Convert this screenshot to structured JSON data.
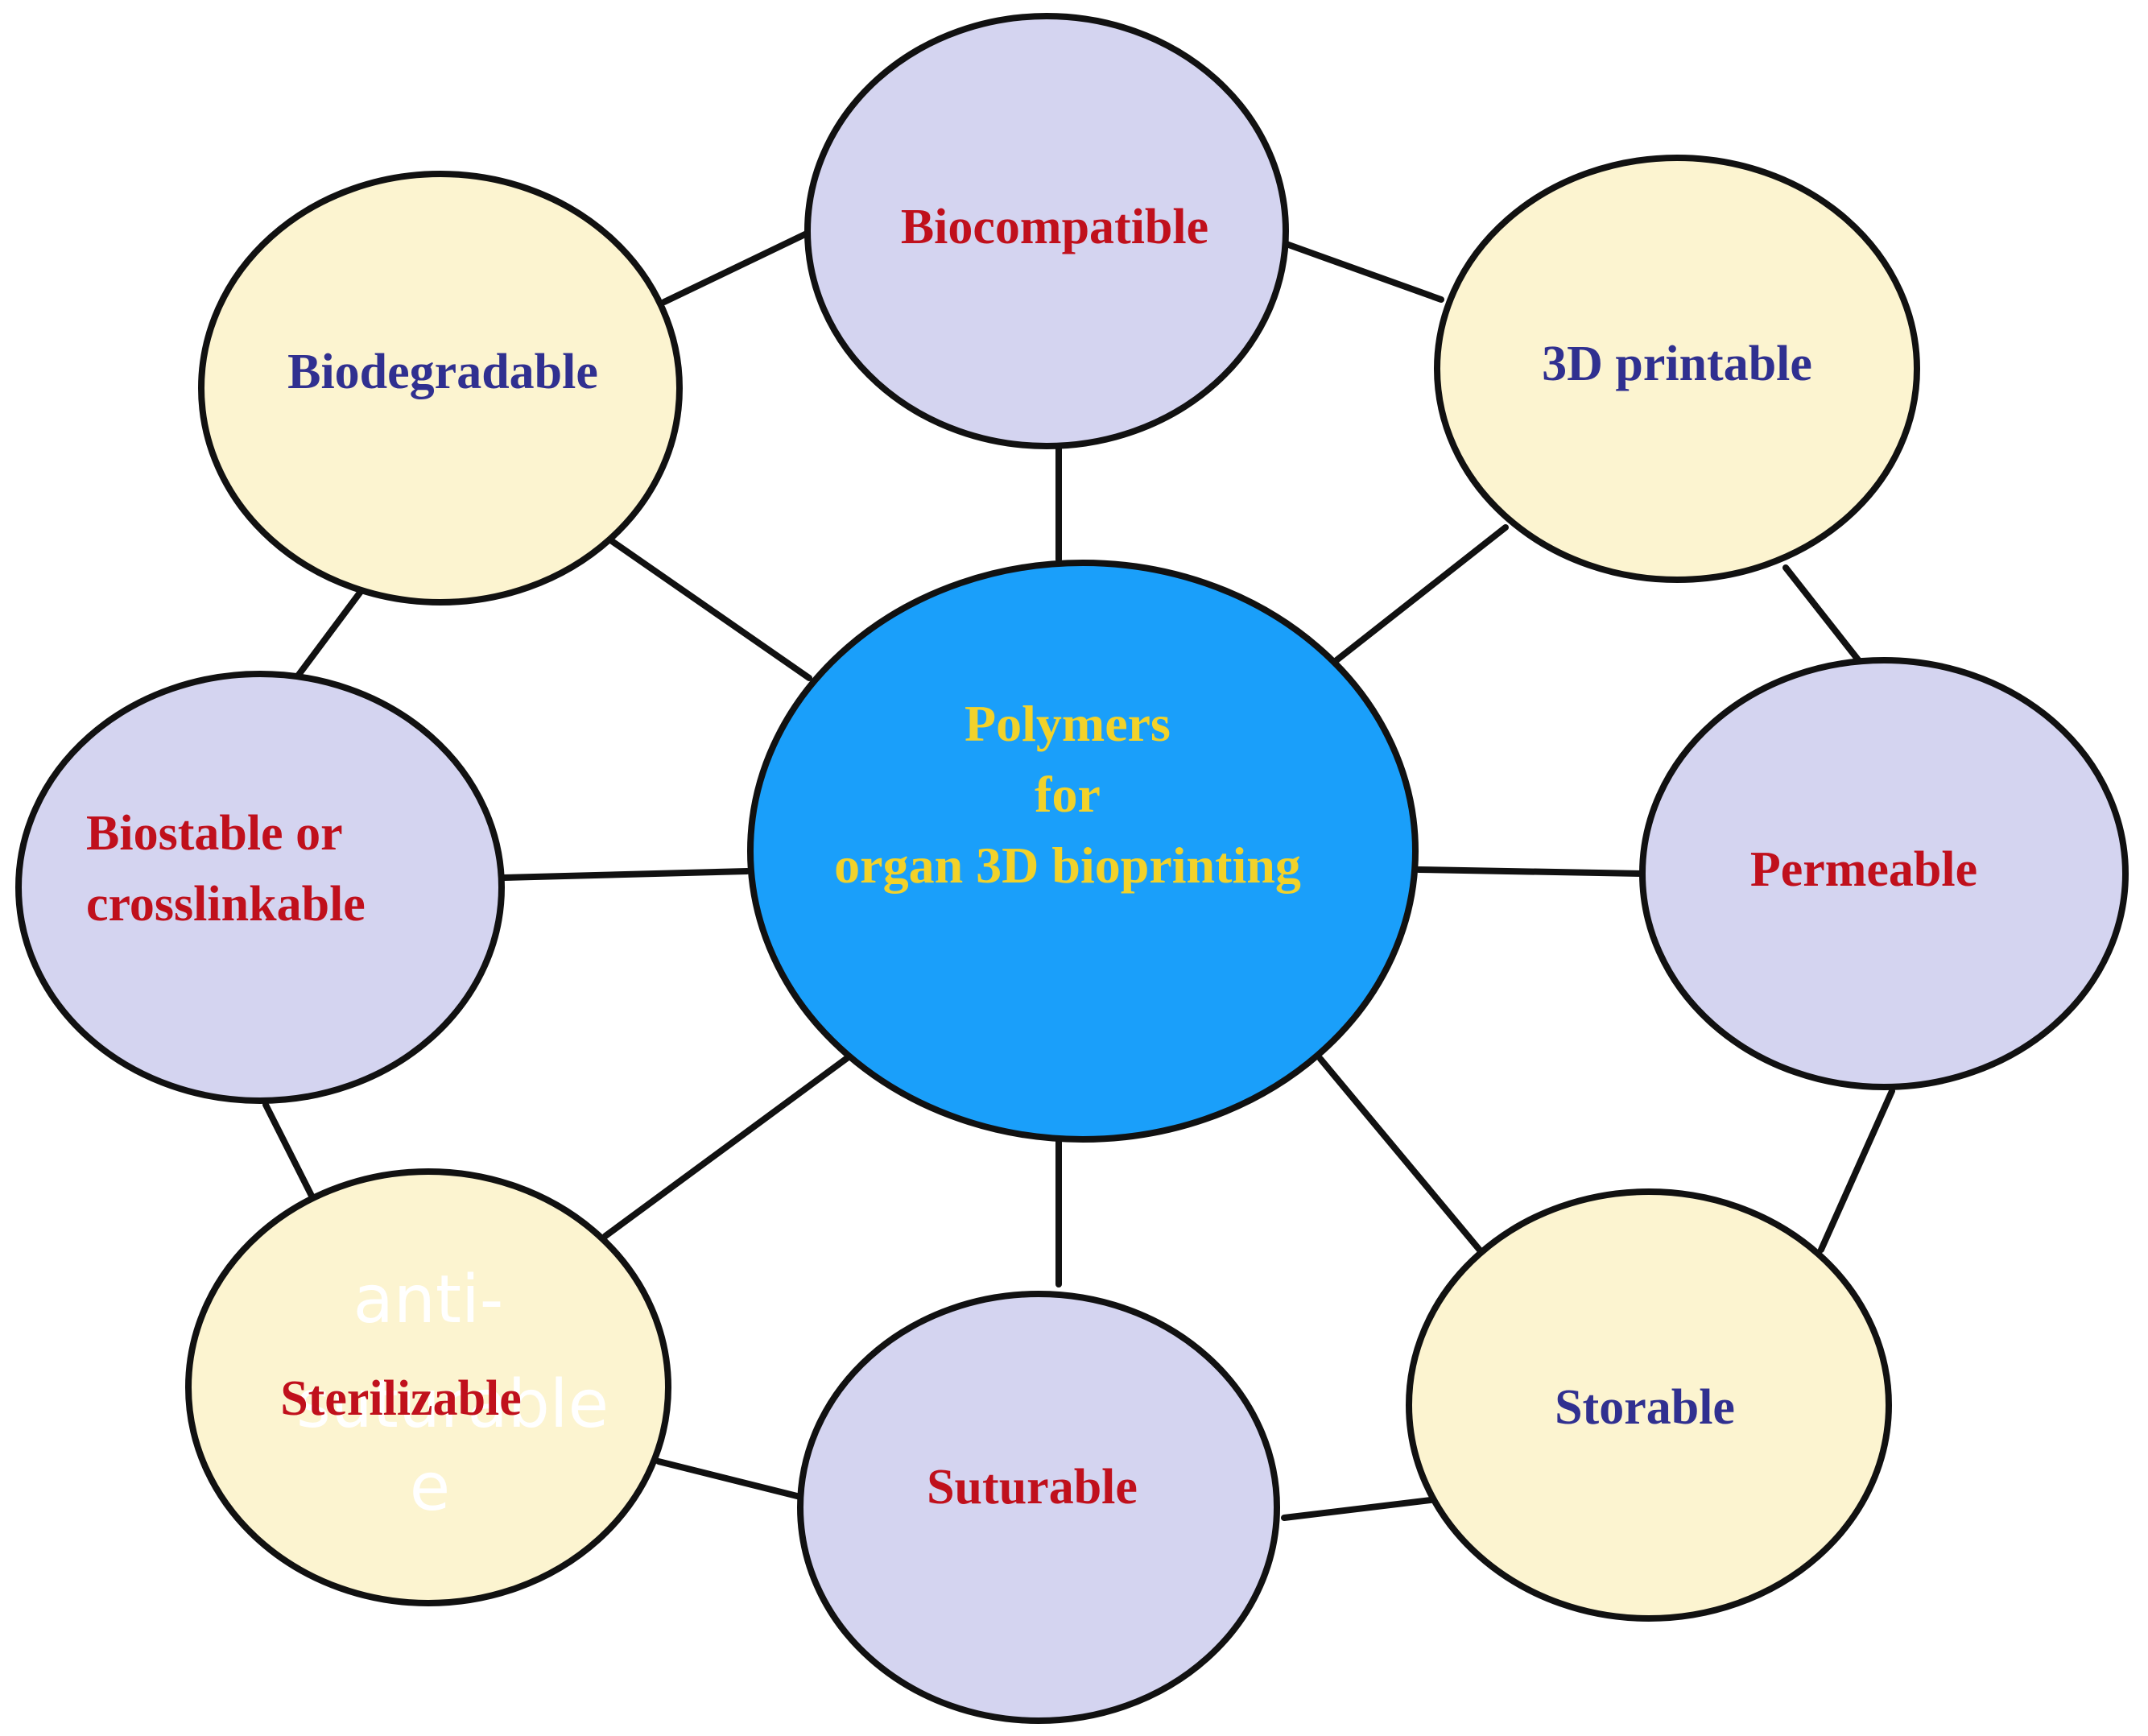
{
  "colors": {
    "purple_fill": "#d4d4f0",
    "yellow_fill": "#fcf4d0",
    "center_fill": "#1a9ffa",
    "outline": "#111111",
    "red_text": "#c0101c",
    "blue_text": "#303090",
    "center_text": "#f2d22a",
    "ghost_text": "#ffffff"
  },
  "center": {
    "line1": "Polymers",
    "line2": "for",
    "line3": "organ 3D bioprinting"
  },
  "nodes": {
    "biocompatible": "Biocompatible",
    "three_d_printable": "3D printable",
    "permeable": "Permeable",
    "storable": "Storable",
    "suturable": "Suturable",
    "sterilizable": "Sterilizable",
    "biostable_line1": "Biostable or",
    "biostable_line2": "crosslinkable",
    "biodegradable": "Biodegradable"
  },
  "ghost_text": {
    "line1": "anti-",
    "line2": "suturable",
    "line3": "e"
  }
}
